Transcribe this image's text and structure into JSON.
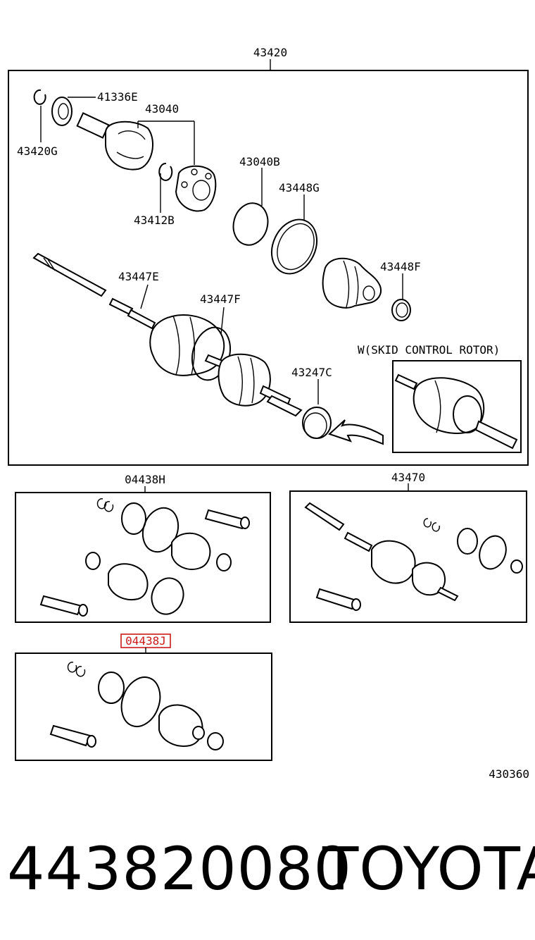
{
  "colors": {
    "line": "#000000",
    "highlight": "#cc1a1a",
    "background": "#ffffff"
  },
  "assembly": {
    "main": "43420",
    "callouts": {
      "p41336E": "41336E",
      "p43040": "43040",
      "p43420G": "43420G",
      "p43412B": "43412B",
      "p43040B": "43040B",
      "p43448G": "43448G",
      "p43447E": "43447E",
      "p43447F": "43447F",
      "p43448F": "43448F",
      "p43247C": "43247C"
    },
    "inset_caption": "W(SKID CONTROL ROTOR)"
  },
  "kits": {
    "boot_kit_h": "04438H",
    "shaft_43470": "43470",
    "boot_kit_j": "04438J"
  },
  "diagram_code": "430360",
  "footer": {
    "part_number": "443820080",
    "brand": "TOYOTA"
  }
}
